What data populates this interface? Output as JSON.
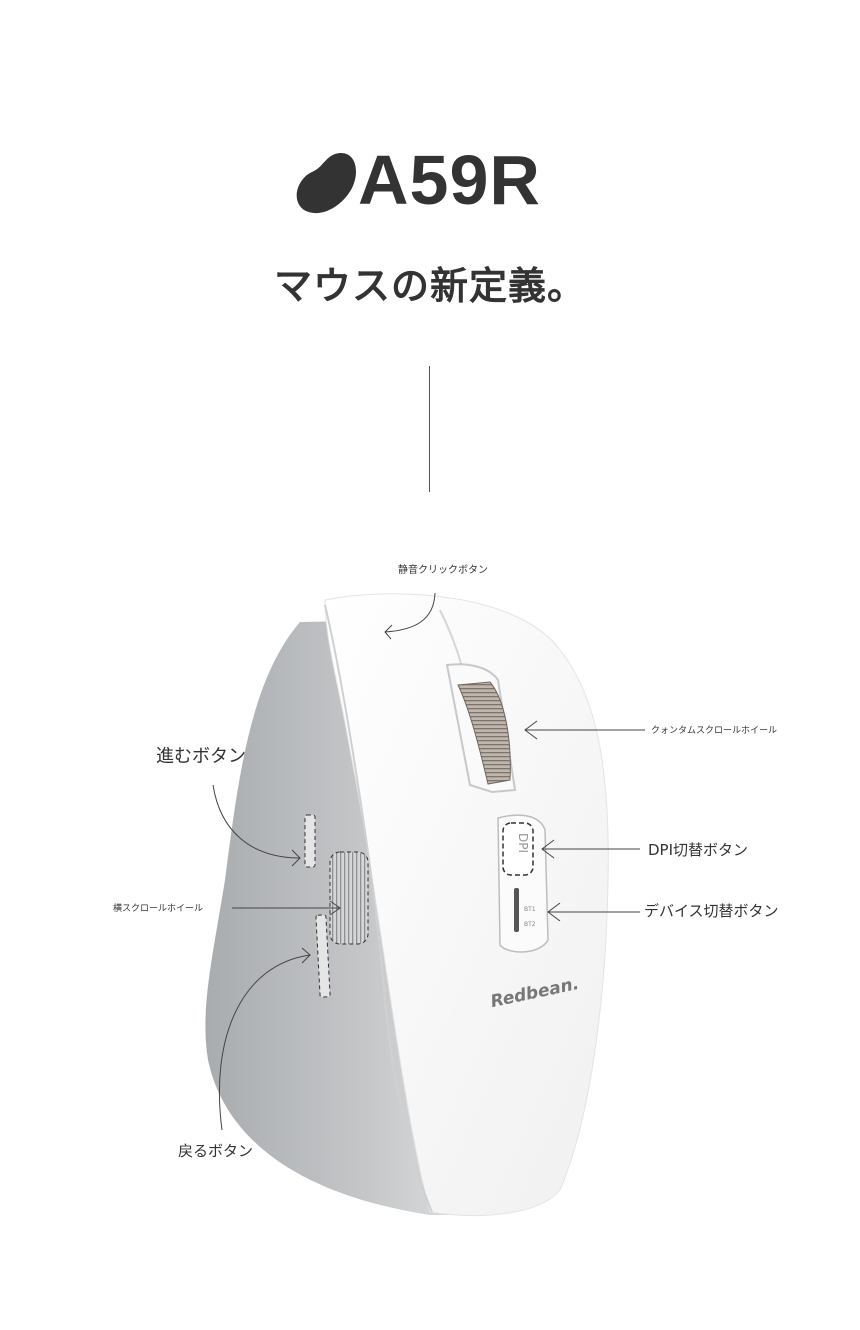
{
  "brand": {
    "model": "A59R",
    "tagline": "マウスの新定義。"
  },
  "mouse": {
    "logo": "Redbean.",
    "dpi_button_text": "DPI",
    "device_slots": [
      "BT1",
      "BT2"
    ]
  },
  "callouts": {
    "silent_click": "静音クリックボタン",
    "quantum_scroll": "クォンタムスクロールホイール",
    "forward": "進むボタン",
    "dpi_switch": "DPI切替ボタン",
    "horizontal_scroll": "横スクロールホイール",
    "device_switch": "デバイス切替ボタン",
    "back": "戻るボタン"
  },
  "colors": {
    "text": "#333333",
    "body_grey": "#b9bcbf",
    "shell": "#f7f7f7",
    "wheel": "#b8aea4"
  }
}
